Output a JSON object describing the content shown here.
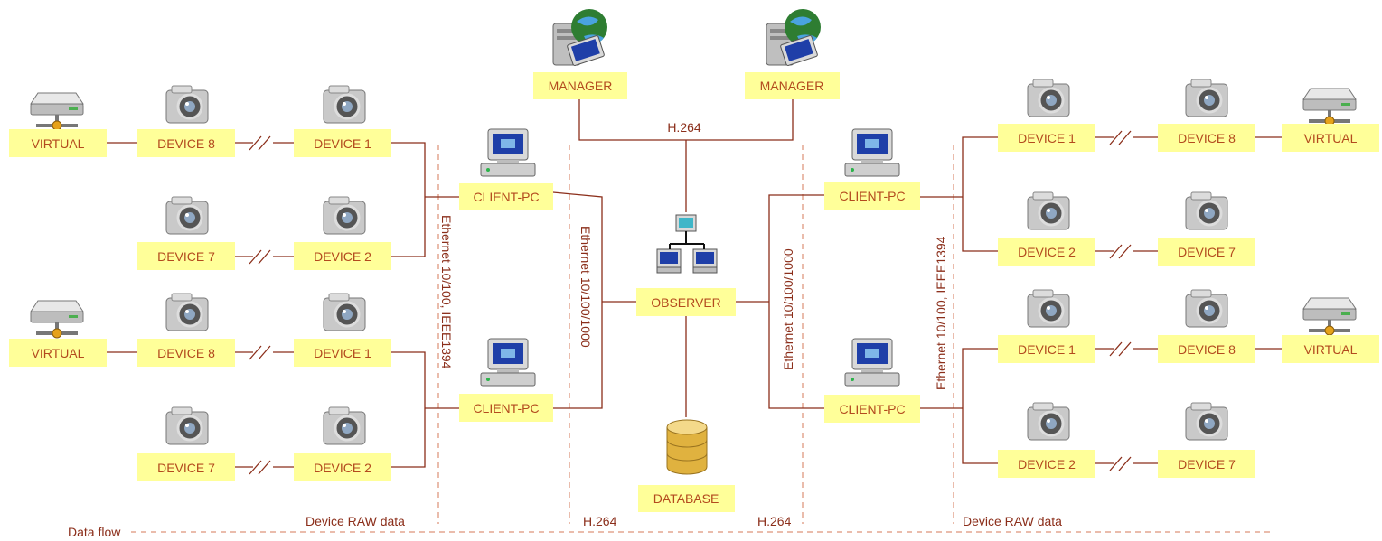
{
  "nodes": {
    "manager": "MANAGER",
    "observer": "OBSERVER",
    "database": "DATABASE",
    "client_pc": "CLIENT-PC",
    "virtual": "VIRTUAL",
    "device_1": "DEVICE 1",
    "device_2": "DEVICE 2",
    "device_7": "DEVICE 7",
    "device_8": "DEVICE  8"
  },
  "edge_labels": {
    "h264": "H.264",
    "ethernet_1000": "Ethernet 10/100/1000",
    "ethernet_1394": "Ethernet 10/100, IEEE1394"
  },
  "zones": {
    "device_raw": "Device RAW data",
    "h264": "H.264",
    "data_flow": "Data flow"
  },
  "icons": {
    "manager": "server-globe-icon",
    "observer": "network-computers-icon",
    "database": "database-icon",
    "client_pc": "desktop-computer-icon",
    "virtual": "network-drive-icon",
    "device": "camera-icon"
  },
  "colors": {
    "label_box": "#ffff99",
    "label_text": "#b34a1e",
    "connector": "#8b2e1a",
    "zone_divider": "#d47a5a"
  }
}
